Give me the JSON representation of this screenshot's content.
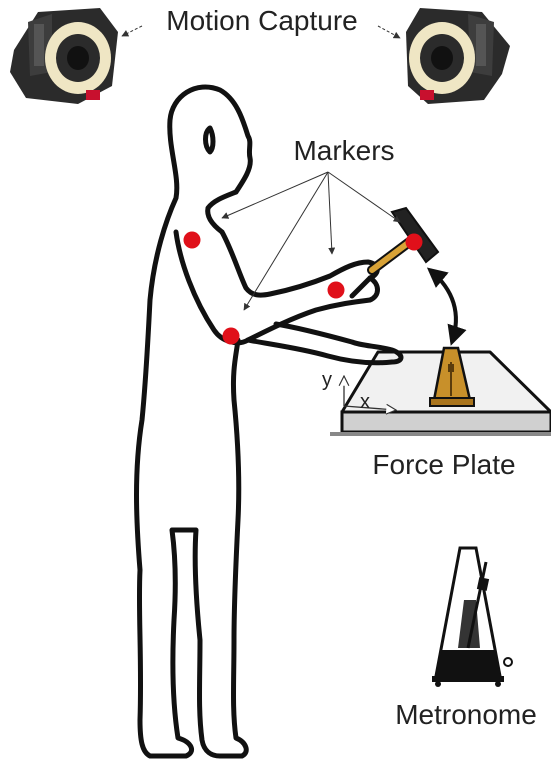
{
  "labels": {
    "motion_capture": "Motion Capture",
    "markers": "Markers",
    "force_plate": "Force Plate",
    "metronome": "Metronome",
    "axis_x": "x",
    "axis_y": "y"
  },
  "colors": {
    "marker": "#e0101a",
    "outline": "#111111",
    "hammer_handle": "#d8a236",
    "hammer_head": "#222222",
    "metronome_body": "#c8902a",
    "plate_top": "#f1f1f1",
    "plate_side": "#d0d0d0",
    "camera_body": "#2b2b2b",
    "camera_led": "#efe6c4"
  },
  "icons": {
    "camera": "motion-capture-camera-icon",
    "metronome": "metronome-icon"
  }
}
